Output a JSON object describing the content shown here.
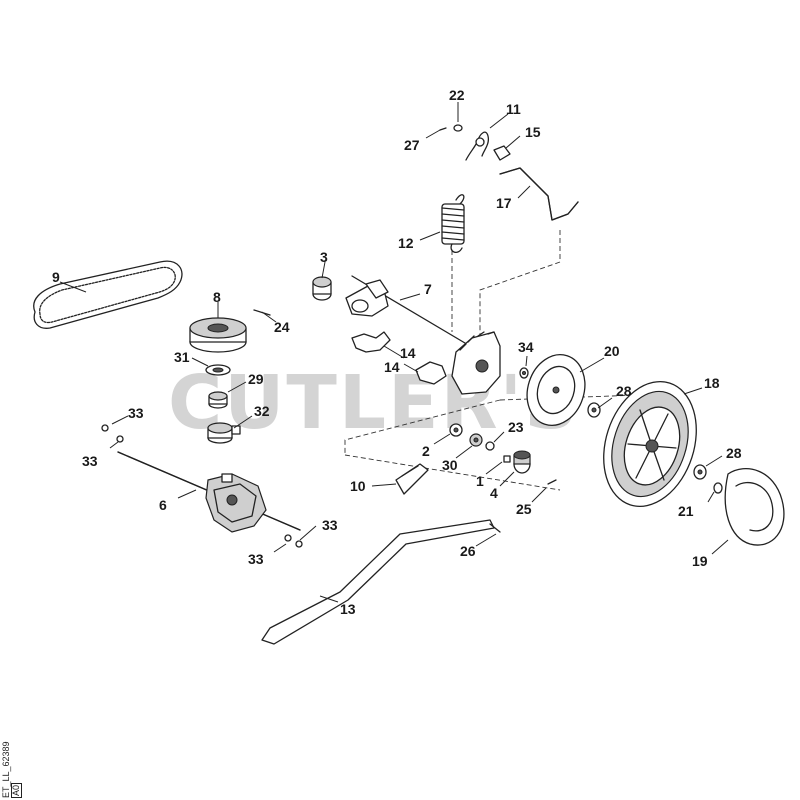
{
  "watermark": "CUTLER'S",
  "reference_code": "ET_LL_62389",
  "reference_revision": "A0",
  "callouts": {
    "c1": "1",
    "c2": "2",
    "c3": "3",
    "c4": "4",
    "c6": "6",
    "c7": "7",
    "c8": "8",
    "c9": "9",
    "c10": "10",
    "c11": "11",
    "c12": "12",
    "c13": "13",
    "c14a": "14",
    "c14b": "14",
    "c15": "15",
    "c17": "17",
    "c18": "18",
    "c19": "19",
    "c20": "20",
    "c21": "21",
    "c22": "22",
    "c23": "23",
    "c24": "24",
    "c25": "25",
    "c26": "26",
    "c27": "27",
    "c28a": "28",
    "c28b": "28",
    "c29": "29",
    "c30": "30",
    "c31": "31",
    "c32": "32",
    "c33a": "33",
    "c33b": "33",
    "c33c": "33",
    "c33d": "33",
    "c34": "34"
  }
}
